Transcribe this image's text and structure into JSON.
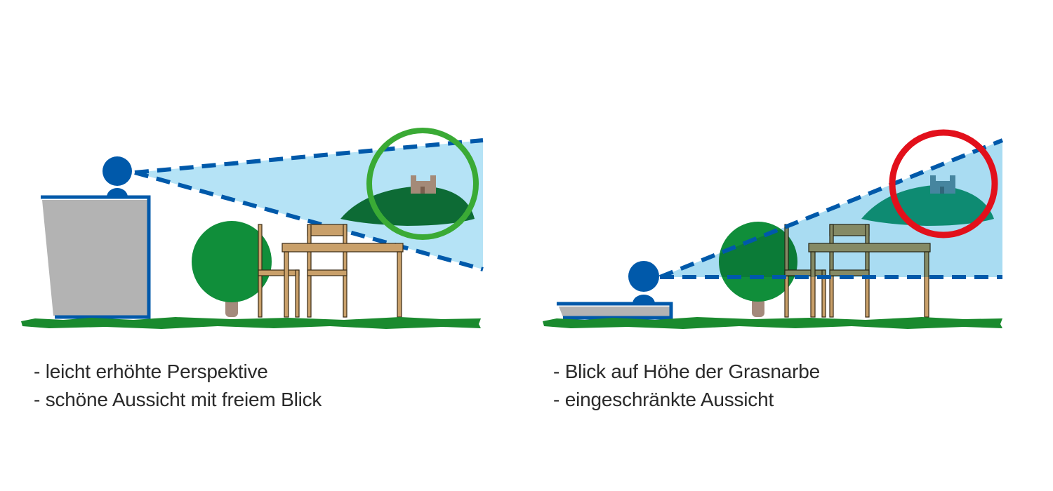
{
  "colors": {
    "person_blue": "#0059aa",
    "cone_blue": "#b5e3f6",
    "good_circle": "#3aaa35",
    "bad_circle": "#e2101b",
    "hill_dark": "#0d6b35",
    "tree_green": "#108e3a",
    "grass": "#1a8a2e",
    "wood": "#c9a06a",
    "box_gray": "#b3b3b3"
  },
  "left_panel": {
    "lines": [
      "- leicht erhöhte Perspektive",
      "- schöne Aussicht mit freiem Blick"
    ]
  },
  "right_panel": {
    "lines": [
      "- Blick auf Höhe der Grasnarbe",
      "- eingeschränkte Aussicht"
    ]
  }
}
